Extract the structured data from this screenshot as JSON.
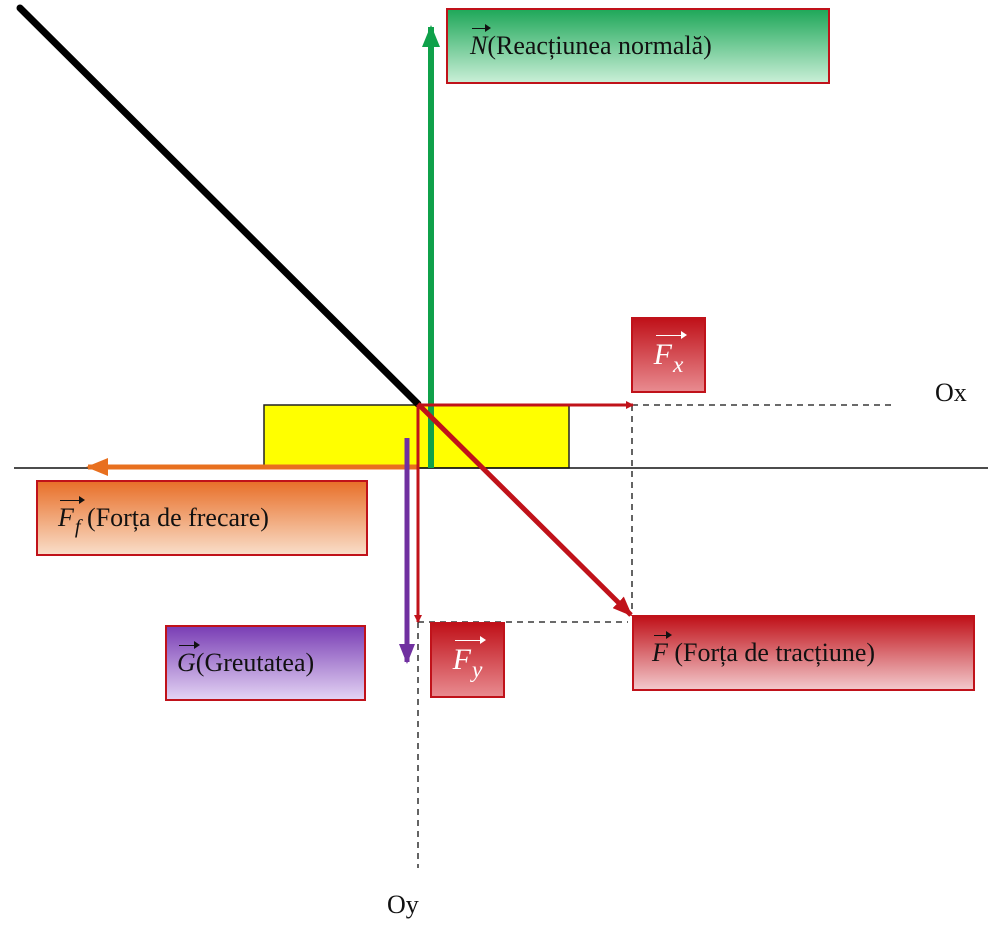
{
  "labels": {
    "normal": {
      "symbol": "N",
      "text": "(Reacțiunea normală)"
    },
    "friction": {
      "symbol": "F",
      "sub": "f",
      "text": " (Forța de frecare)"
    },
    "weight": {
      "symbol": "G",
      "text": "(Greutatea)"
    },
    "traction": {
      "symbol": "F",
      "text": " (Forța de tracțiune)"
    },
    "fx": {
      "symbol": "F",
      "sub": "x"
    },
    "fy": {
      "symbol": "F",
      "sub": "y"
    }
  },
  "axes": {
    "x": "Ox",
    "y": "Oy"
  },
  "colors": {
    "normal": "#0fa14a",
    "friction": "#e8701f",
    "weight": "#7030a0",
    "traction": "#c0121a",
    "block": "#ffff00",
    "rope": "#000000"
  }
}
